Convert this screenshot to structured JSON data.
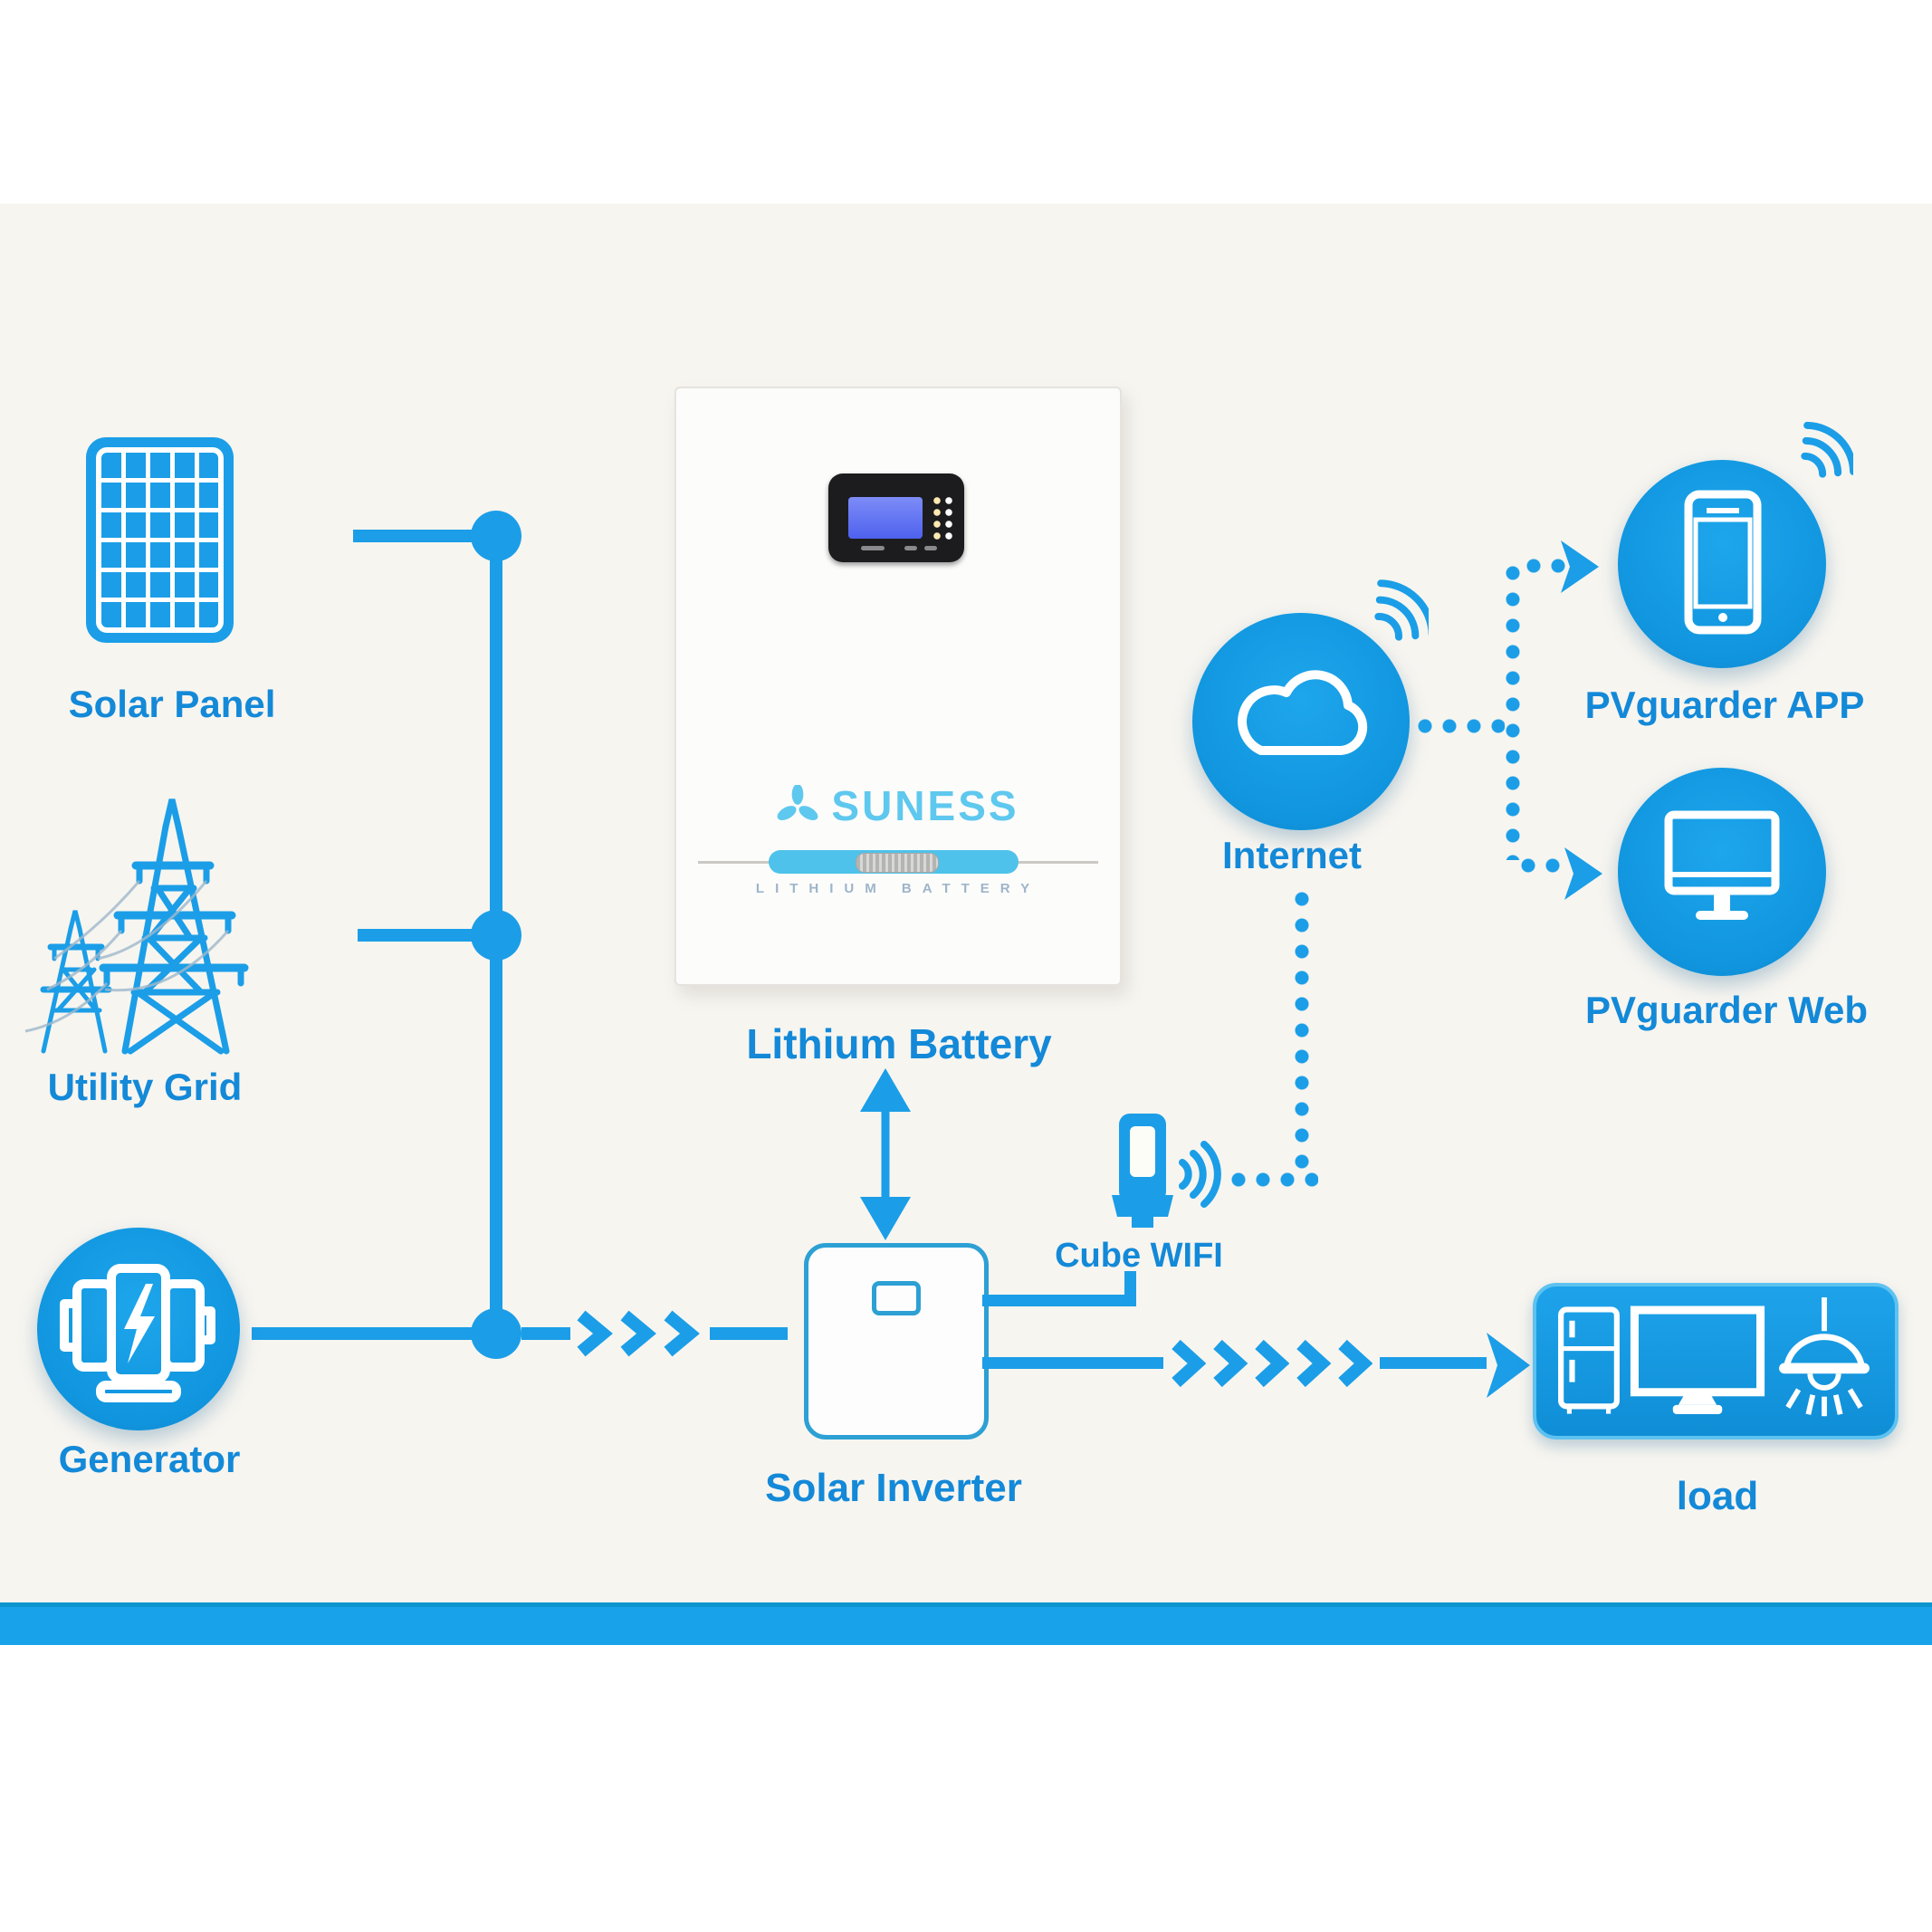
{
  "diagram": {
    "nodes": {
      "solar_panel": {
        "label": "Solar Panel",
        "icon": "solar-panel-icon"
      },
      "utility_grid": {
        "label": "Utility Grid",
        "icon": "transmission-towers-icon"
      },
      "generator": {
        "label": "Generator",
        "icon": "generator-icon"
      },
      "lithium_battery": {
        "label": "Lithium Battery",
        "icon": "battery-cabinet-image",
        "brand": "SUNESS",
        "caption": "LITHIUM BATTERY"
      },
      "solar_inverter": {
        "label": "Solar Inverter",
        "icon": "inverter-box-icon"
      },
      "cube_wifi": {
        "label": "Cube WIFI",
        "icon": "wifi-dongle-icon"
      },
      "internet": {
        "label": "Internet",
        "icon": "cloud-icon"
      },
      "pvguarder_app": {
        "label": "PVguarder APP",
        "icon": "smartphone-icon"
      },
      "pvguarder_web": {
        "label": "PVguarder Web",
        "icon": "desktop-monitor-icon"
      },
      "load": {
        "label": "load",
        "icons": [
          "refrigerator-icon",
          "tv-icon",
          "pendant-lamp-icon"
        ]
      }
    },
    "connections": [
      {
        "from": "solar_panel",
        "to": "dc-bus",
        "style": "solid"
      },
      {
        "from": "utility_grid",
        "to": "dc-bus",
        "style": "solid"
      },
      {
        "from": "generator",
        "to": "dc-bus",
        "style": "solid"
      },
      {
        "from": "dc-bus",
        "to": "solar_inverter",
        "style": "solid-chevron-arrow"
      },
      {
        "from": "solar_inverter",
        "to": "lithium_battery",
        "style": "double-arrow"
      },
      {
        "from": "solar_inverter",
        "to": "cube_wifi",
        "style": "solid"
      },
      {
        "from": "solar_inverter",
        "to": "load",
        "style": "solid-chevron-arrow"
      },
      {
        "from": "cube_wifi",
        "to": "internet",
        "style": "dotted"
      },
      {
        "from": "internet",
        "to": "pvguarder_app",
        "style": "dotted-arrow"
      },
      {
        "from": "internet",
        "to": "pvguarder_web",
        "style": "dotted-arrow"
      }
    ],
    "colors": {
      "primary_blue": "#1b9ee7",
      "label_blue": "#1389d8",
      "node_circle_fill": "#1697e2",
      "bottom_bar": "#17a2ea",
      "background": "#f7f5f0",
      "brand_lightblue": "#5fc8ee",
      "capsule_cyan": "#4ec2ea"
    }
  }
}
